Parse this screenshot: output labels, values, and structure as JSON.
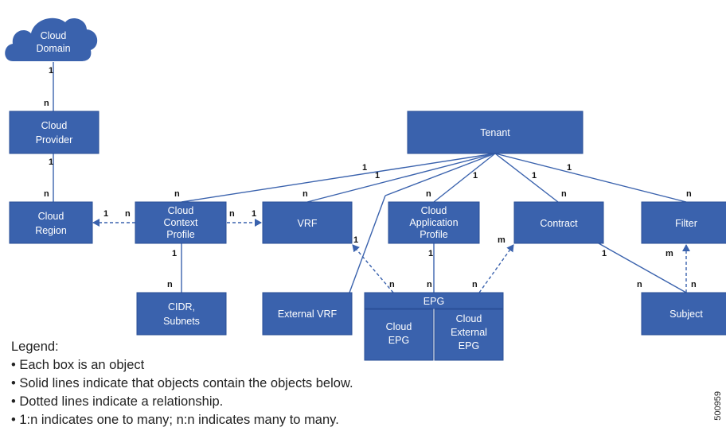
{
  "nodes": {
    "cloud_domain": [
      "Cloud",
      "Domain"
    ],
    "cloud_provider": [
      "Cloud",
      "Provider"
    ],
    "cloud_region": [
      "Cloud",
      "Region"
    ],
    "cloud_context_profile": [
      "Cloud",
      "Context",
      "Profile"
    ],
    "vrf": [
      "VRF"
    ],
    "cloud_application_profile": [
      "Cloud",
      "Application",
      "Profile"
    ],
    "contract": [
      "Contract"
    ],
    "filter": [
      "Filter"
    ],
    "tenant": [
      "Tenant"
    ],
    "cidr_subnets": [
      "CIDR,",
      "Subnets"
    ],
    "external_vrf": [
      "External VRF"
    ],
    "epg": [
      "EPG"
    ],
    "cloud_epg": [
      "Cloud",
      "EPG"
    ],
    "cloud_external_epg": [
      "Cloud",
      "External",
      "EPG"
    ],
    "subject": [
      "Subject"
    ]
  },
  "cardinality": {
    "one": "1",
    "many": "n",
    "many_m": "m"
  },
  "legend": {
    "title": "Legend:",
    "items": [
      "• Each box is an object",
      "• Solid lines indicate that objects contain the objects below.",
      "• Dotted lines indicate a relationship.",
      "• 1:n indicates one to many; n:n indicates many to many."
    ]
  },
  "figure_id": "500959",
  "colors": {
    "box_fill": "#3a62ad",
    "line": "#3a62ad",
    "box_text": "#ffffff"
  }
}
